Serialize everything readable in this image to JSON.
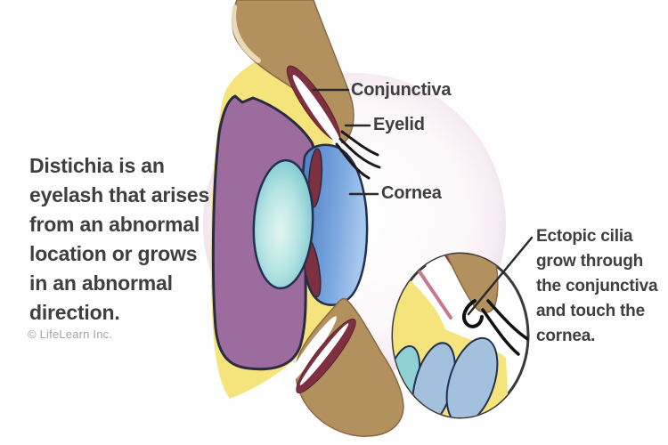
{
  "description": {
    "lines": [
      "Distichia is an",
      "eyelash that arises",
      "from an abnormal",
      "location or grows",
      "in an abnormal",
      "direction."
    ]
  },
  "credit": "© LifeLearn Inc.",
  "eye_labels": {
    "conjunctiva": "Conjunctiva",
    "eyelid": "Eyelid",
    "cornea": "Cornea"
  },
  "inset_caption": {
    "lines": [
      "Ectopic cilia",
      "grow through",
      "the conjunctiva",
      "and touch the",
      "cornea."
    ]
  },
  "colors": {
    "eyelid_tan": "#b3915f",
    "eyelid_outline": "#8a6a42",
    "sclera_yellow": "#f5e47c",
    "uvea_purple": "#9b6c9d",
    "cornea_blue": "#5b86c9",
    "lens_teal": "#8ed0d4",
    "tarsus_maroon": "#7e2f40",
    "conjunctiva_pink": "#c9768f",
    "inset_cornea_blue": "#a3c0dd",
    "outline_dark": "#26263a",
    "leader_line": "#2a2a2a",
    "text_color": "#3f3f3f",
    "credit_color": "#a8a2a4"
  }
}
